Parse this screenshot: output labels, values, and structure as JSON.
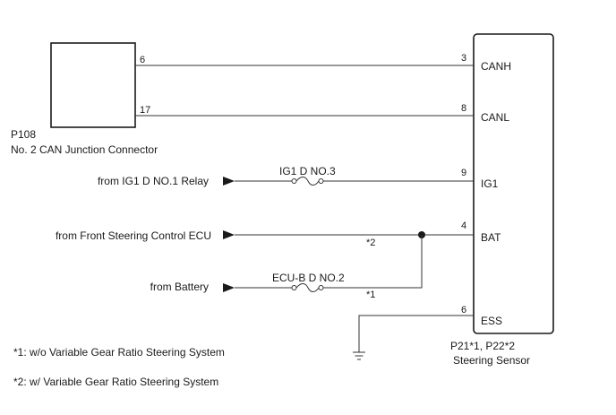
{
  "left_connector": {
    "id": "P108",
    "name": "No. 2 CAN Junction Connector",
    "pin_canh": "6",
    "pin_canl": "17"
  },
  "sensor": {
    "id": "P21*1, P22*2",
    "name": "Steering Sensor",
    "pins": [
      {
        "num": "3",
        "label": "CANH"
      },
      {
        "num": "8",
        "label": "CANL"
      },
      {
        "num": "9",
        "label": "IG1"
      },
      {
        "num": "4",
        "label": "BAT"
      },
      {
        "num": "6",
        "label": "ESS"
      }
    ]
  },
  "sources": {
    "ig1": "from IG1 D NO.1 Relay",
    "front_ecu": "from Front Steering Control ECU",
    "battery": "from Battery"
  },
  "fuses": {
    "ig1": "IG1 D NO.3",
    "ecub": "ECU-B D NO.2"
  },
  "markers": {
    "ecu_line": "*2",
    "battery_line": "*1"
  },
  "notes": [
    "*1: w/o Variable Gear Ratio Steering System",
    "*2: w/ Variable Gear Ratio Steering System"
  ]
}
